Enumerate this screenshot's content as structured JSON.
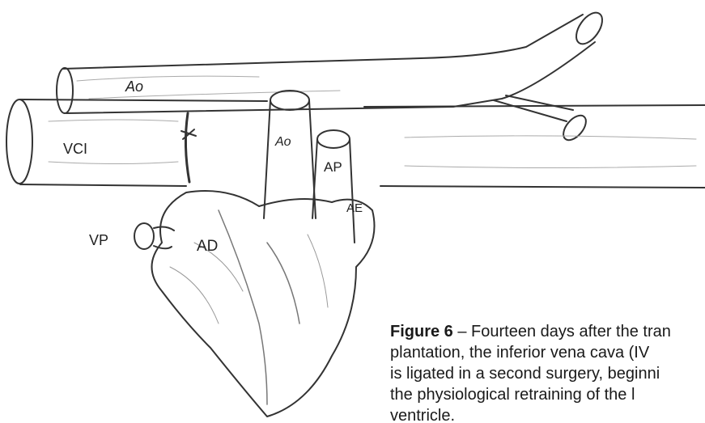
{
  "figure": {
    "labels": {
      "aorta_top": "Ao",
      "vci": "VCI",
      "aorta_graft": "Ao",
      "ap": "AP",
      "ae": "AE",
      "vp": "VP",
      "ad": "AD"
    },
    "caption": {
      "number": "Figure 6",
      "dash": " – ",
      "lines": [
        "Fourteen days after the tran",
        "plantation, the inferior vena cava (IV",
        "is ligated in a second surgery, beginni",
        "the physiological retraining of the l",
        "ventricle."
      ]
    }
  }
}
